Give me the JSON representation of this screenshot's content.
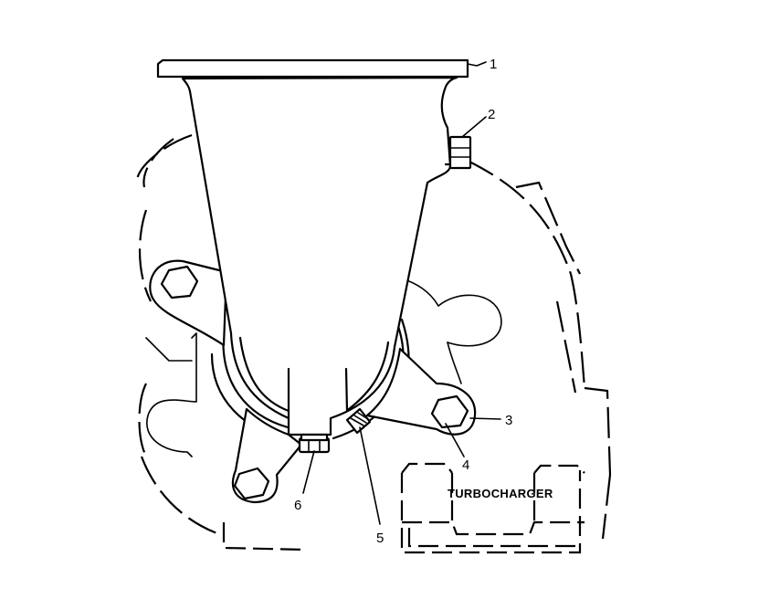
{
  "callouts": [
    "1",
    "2",
    "3",
    "4",
    "5",
    "6"
  ],
  "component_label": "TURBOCHARGER"
}
